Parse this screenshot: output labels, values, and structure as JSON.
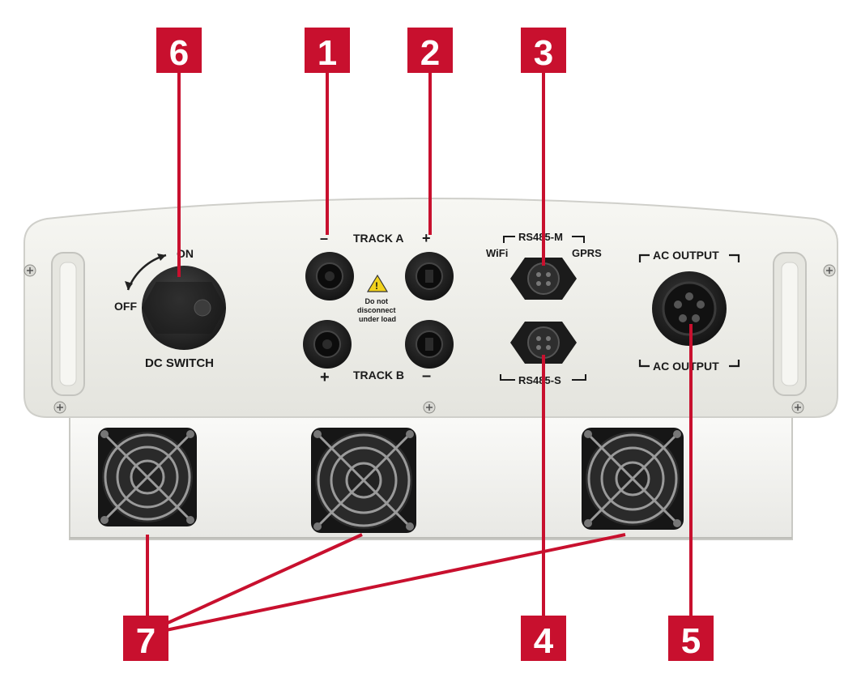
{
  "callouts": [
    "1",
    "2",
    "3",
    "4",
    "5",
    "6",
    "7"
  ],
  "panel": {
    "switch_on": "ON",
    "switch_off": "OFF",
    "switch_label": "DC SWITCH",
    "track_a": "TRACK A",
    "track_b": "TRACK B",
    "minus_top": "–",
    "plus_top": "+",
    "plus_bottom": "+",
    "minus_bottom": "–",
    "warning_text": [
      "Do not",
      "disconnect",
      "under load"
    ],
    "rs485_m": "RS485-M",
    "wifi": "WiFi",
    "gprs": "GPRS",
    "rs485_s": "RS485-S",
    "ac_output_top": "AC OUTPUT",
    "ac_output_bottom": "AC OUTPUT"
  },
  "colors": {
    "callout_red": "#c8102e",
    "panel_body": "#efefea",
    "fan_tray": "#f1f1ef",
    "connector_black": "#1b1b1b"
  },
  "icons": [
    "screw-icon",
    "warning-triangle-icon",
    "rotation-arrow-icon"
  ]
}
